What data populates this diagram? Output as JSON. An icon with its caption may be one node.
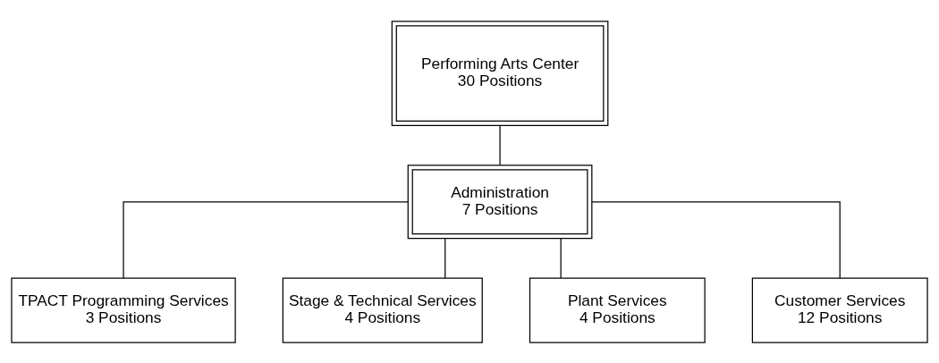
{
  "diagram": {
    "nodes": [
      {
        "text": [
          "Performing Arts Center",
          "30 Positions"
        ]
      },
      {
        "text": [
          "Administration",
          "7 Positions"
        ]
      },
      {
        "text": [
          "TPACT Programming Services",
          "3 Positions"
        ]
      },
      {
        "text": [
          "Stage & Technical Services",
          "4 Positions"
        ]
      },
      {
        "text": [
          "Plant Services",
          "4 Positions"
        ]
      },
      {
        "text": [
          "Customer Services",
          "12 Positions"
        ]
      }
    ],
    "edges": [
      {
        "from": 0,
        "to": 1,
        "arrow": "none"
      },
      {
        "from": 1,
        "to": 2,
        "arrow": "none"
      },
      {
        "from": 1,
        "to": 3,
        "arrow": "none"
      },
      {
        "from": 1,
        "to": 4,
        "arrow": "none"
      },
      {
        "from": 1,
        "to": 5,
        "arrow": "none"
      }
    ]
  }
}
